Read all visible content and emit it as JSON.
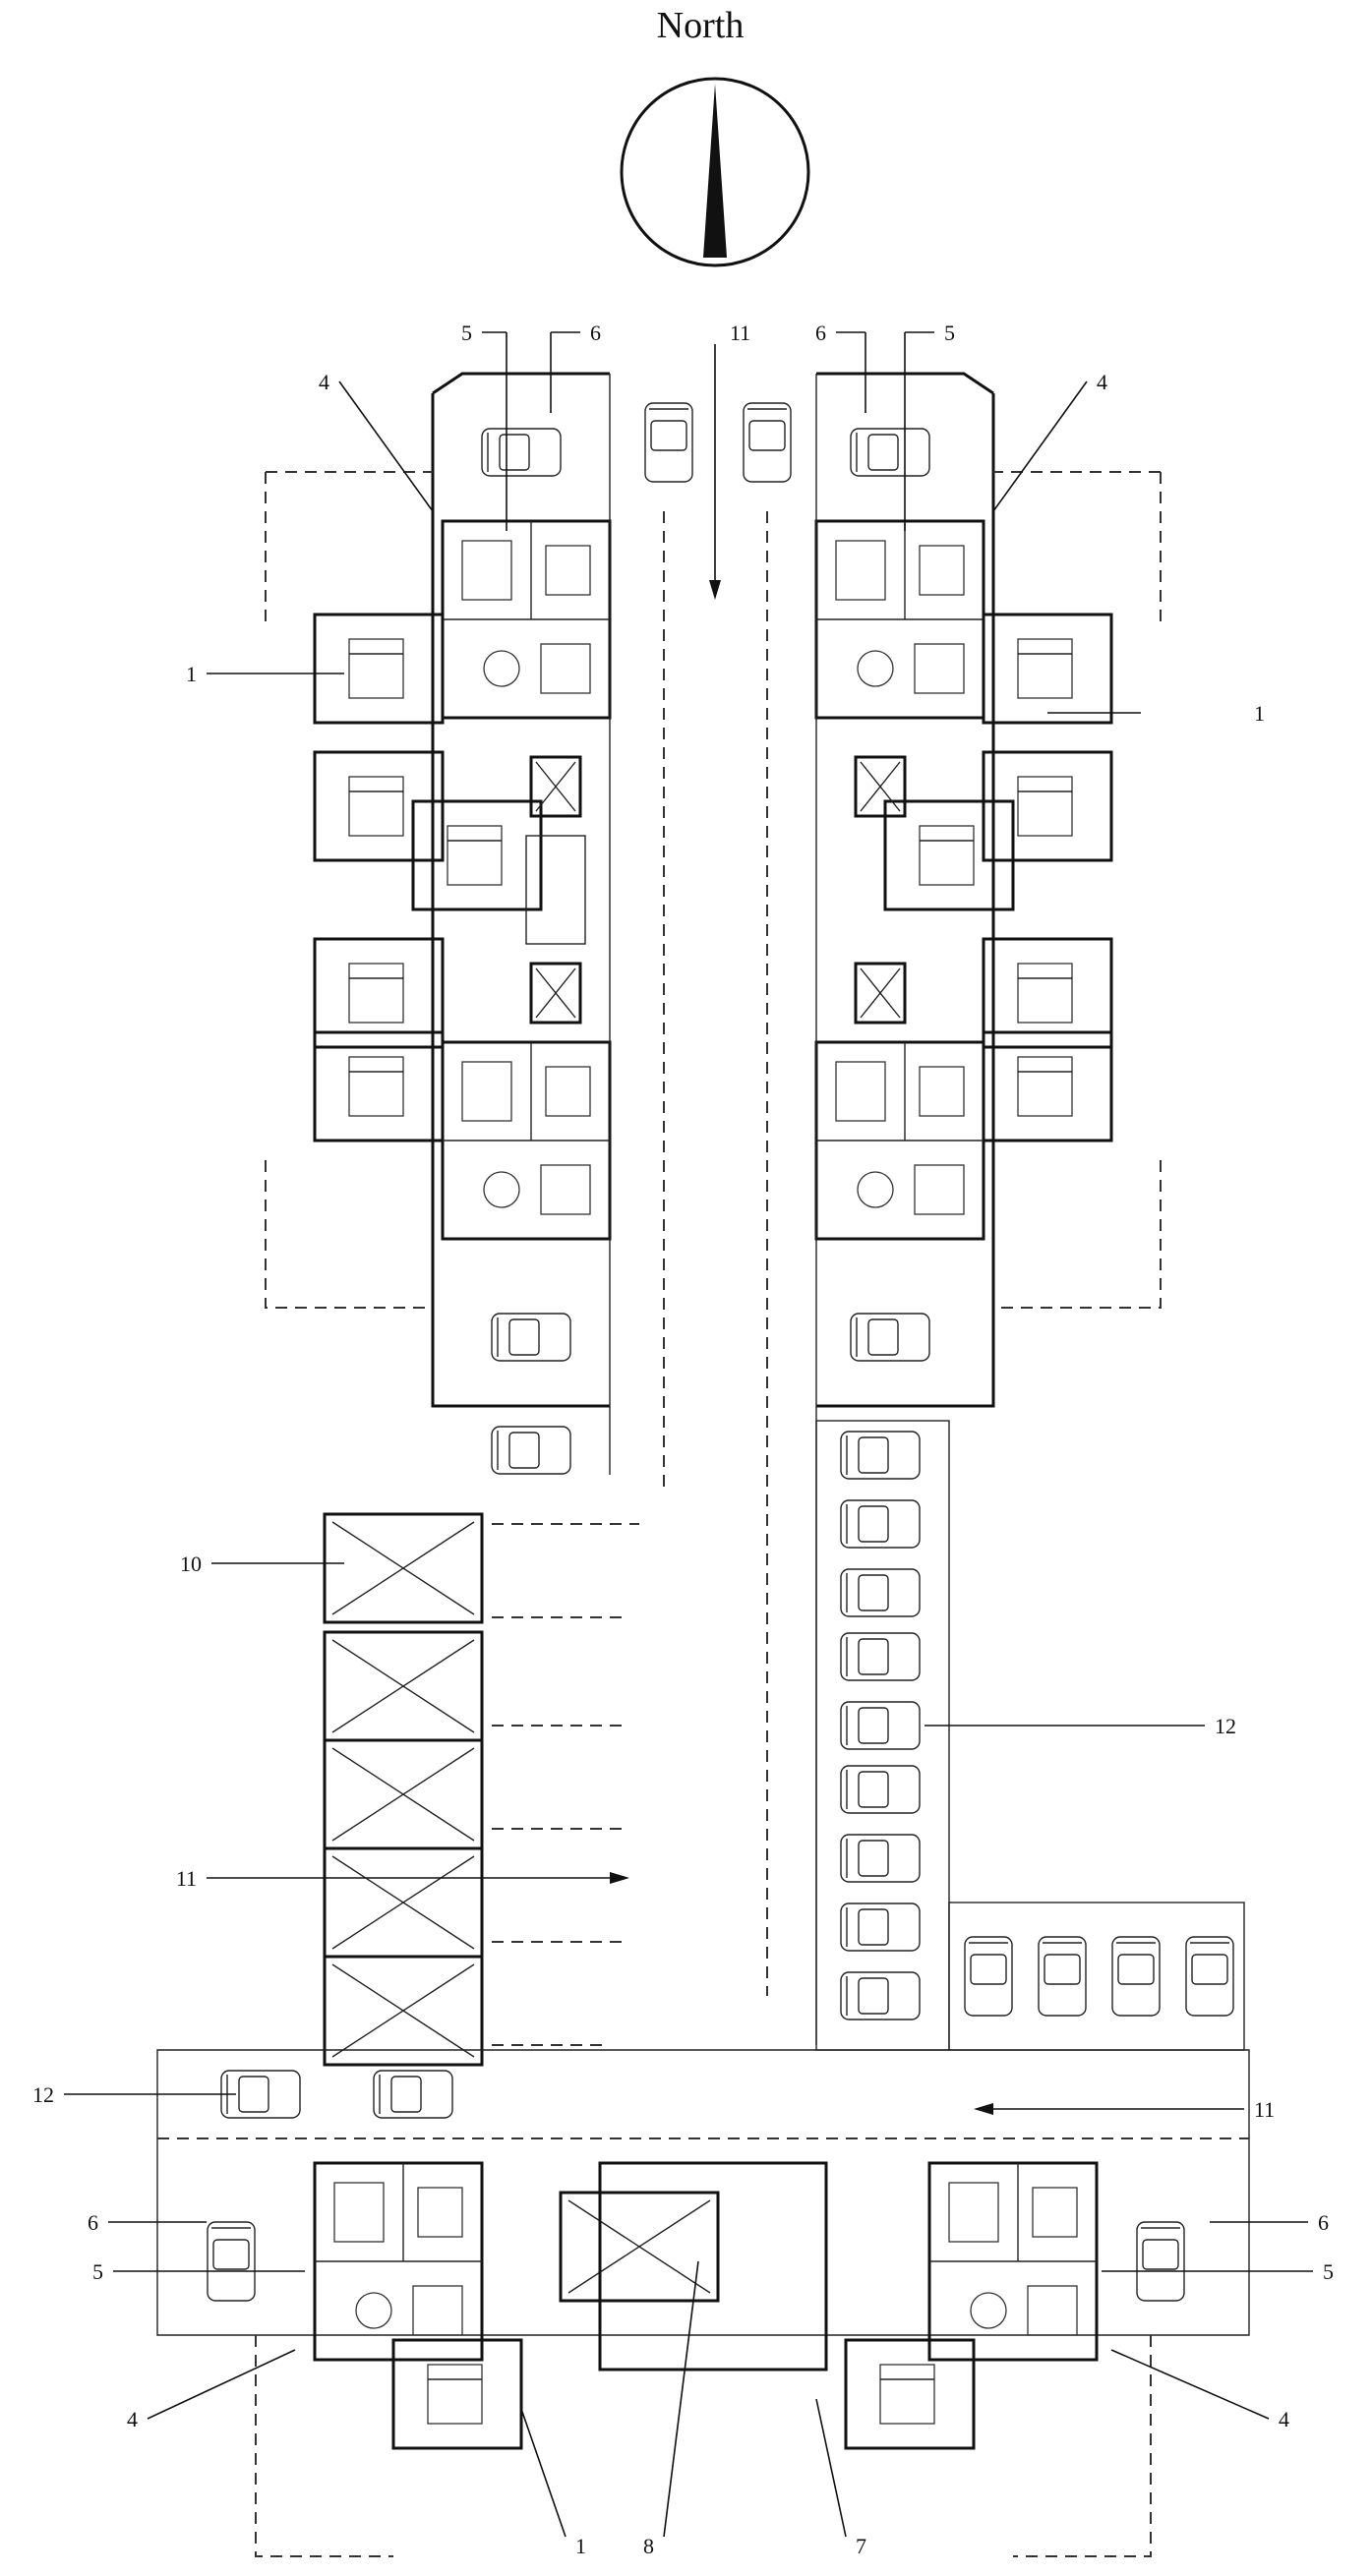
{
  "title": "North",
  "compass": {
    "icon": "north-arrow-icon"
  },
  "callouts": {
    "c1_left": "1",
    "c1_right": "1",
    "c1_bottom": "1",
    "c4_left_top": "4",
    "c4_right_top": "4",
    "c4_left_bottom": "4",
    "c4_right_bottom": "4",
    "c5_left_top": "5",
    "c5_right_top": "5",
    "c5_left_bottom": "5",
    "c5_right_bottom": "5",
    "c6_left_top": "6",
    "c6_right_top": "6",
    "c6_left_bottom": "6",
    "c6_right_bottom": "6",
    "c7": "7",
    "c8": "8",
    "c10": "10",
    "c11_top": "11",
    "c11_mid": "11",
    "c11_right": "11",
    "c12_right": "12",
    "c12_left": "12"
  },
  "colors": {
    "line": "#111111",
    "background": "#ffffff"
  }
}
